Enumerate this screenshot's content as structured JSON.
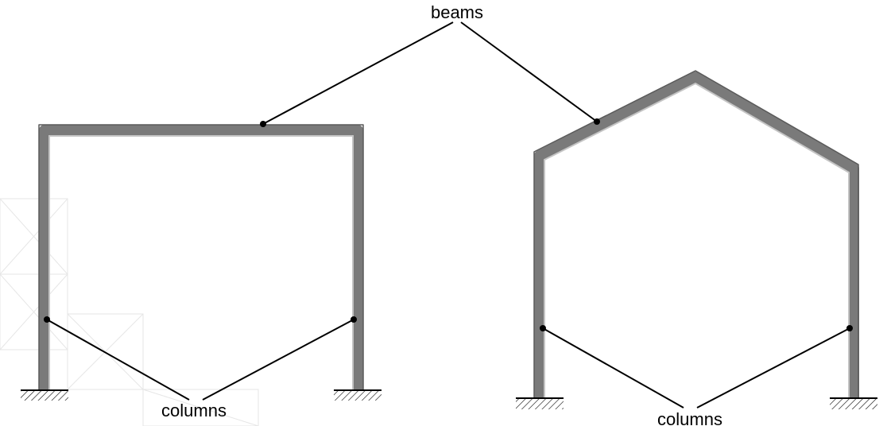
{
  "labels": {
    "beams": "beams",
    "columns_left": "columns",
    "columns_right": "columns"
  },
  "colors": {
    "member_dark": "#7a7a7a",
    "member_light": "#c4c4c4",
    "member_edge": "#4a4a4a",
    "leader": "#000000",
    "watermark": "#e6e6e6"
  }
}
